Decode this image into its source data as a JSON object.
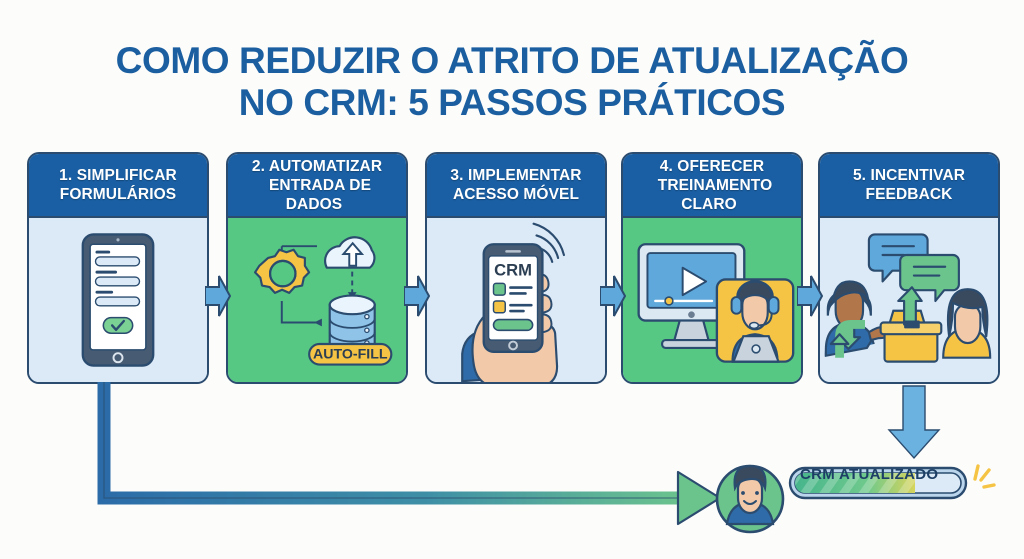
{
  "title": {
    "line1": "COMO REDUZIR O ATRITO DE ATUALIZAÇÃO",
    "line2": "NO CRM: 5 PASSOS PRÁTICOS",
    "color": "#1C5FA0"
  },
  "palette": {
    "header_blue": "#1A5FA3",
    "panel_blue": "#DCEAF8",
    "panel_green": "#56C884",
    "accent_yellow": "#F6C445",
    "outline": "#2B4C6F",
    "arrow_blue": "#5FA8DC",
    "arrow_green": "#6CC48D",
    "background": "#FCFCFB"
  },
  "steps": [
    {
      "number": "1",
      "title_line1": "1. SIMPLIFICAR",
      "title_line2": "FORMULÁRIOS",
      "panel": "blue",
      "illustration": "tablet-form-with-checkmark"
    },
    {
      "number": "2",
      "title_line1": "2. AUTOMATIZAR",
      "title_line2": "ENTRADA DE DADOS",
      "panel": "green",
      "illustration": "gear-cloud-database",
      "badge": "AUTO-FILL"
    },
    {
      "number": "3",
      "title_line1": "3. IMPLEMENTAR",
      "title_line2": "ACESSO MÓVEL",
      "panel": "blue",
      "illustration": "hand-holding-phone",
      "phone_label": "CRM"
    },
    {
      "number": "4",
      "title_line1": "4. OFERECER",
      "title_line2": "TREINAMENTO CLARO",
      "panel": "green",
      "illustration": "monitor-video-and-agent-with-headset"
    },
    {
      "number": "5",
      "title_line1": "5. INCENTIVAR",
      "title_line2": "FEEDBACK",
      "panel": "blue",
      "illustration": "two-people-chat-bubbles-feedback-box"
    }
  ],
  "connectors": [
    {
      "name": "arrow-step1-to-step2",
      "direction": "right",
      "color": "#5FA8DC"
    },
    {
      "name": "arrow-step2-to-step3",
      "direction": "right",
      "color": "#5FA8DC"
    },
    {
      "name": "arrow-step3-to-step4",
      "direction": "right",
      "color": "#5FA8DC"
    },
    {
      "name": "arrow-step4-to-step5",
      "direction": "right",
      "color": "#5FA8DC"
    },
    {
      "name": "arrow-step5-down-to-result",
      "direction": "down",
      "color": "#6BB2E0"
    },
    {
      "name": "arrow-step1-loop-to-result",
      "direction": "right",
      "color_from": "#2B6CA8",
      "color_to": "#6CC48D"
    }
  ],
  "result": {
    "label": "CRM ATUALIZADO",
    "progress_percent": 72,
    "avatar": "smiling-person-avatar",
    "sparkle": "yellow-sparkle"
  }
}
